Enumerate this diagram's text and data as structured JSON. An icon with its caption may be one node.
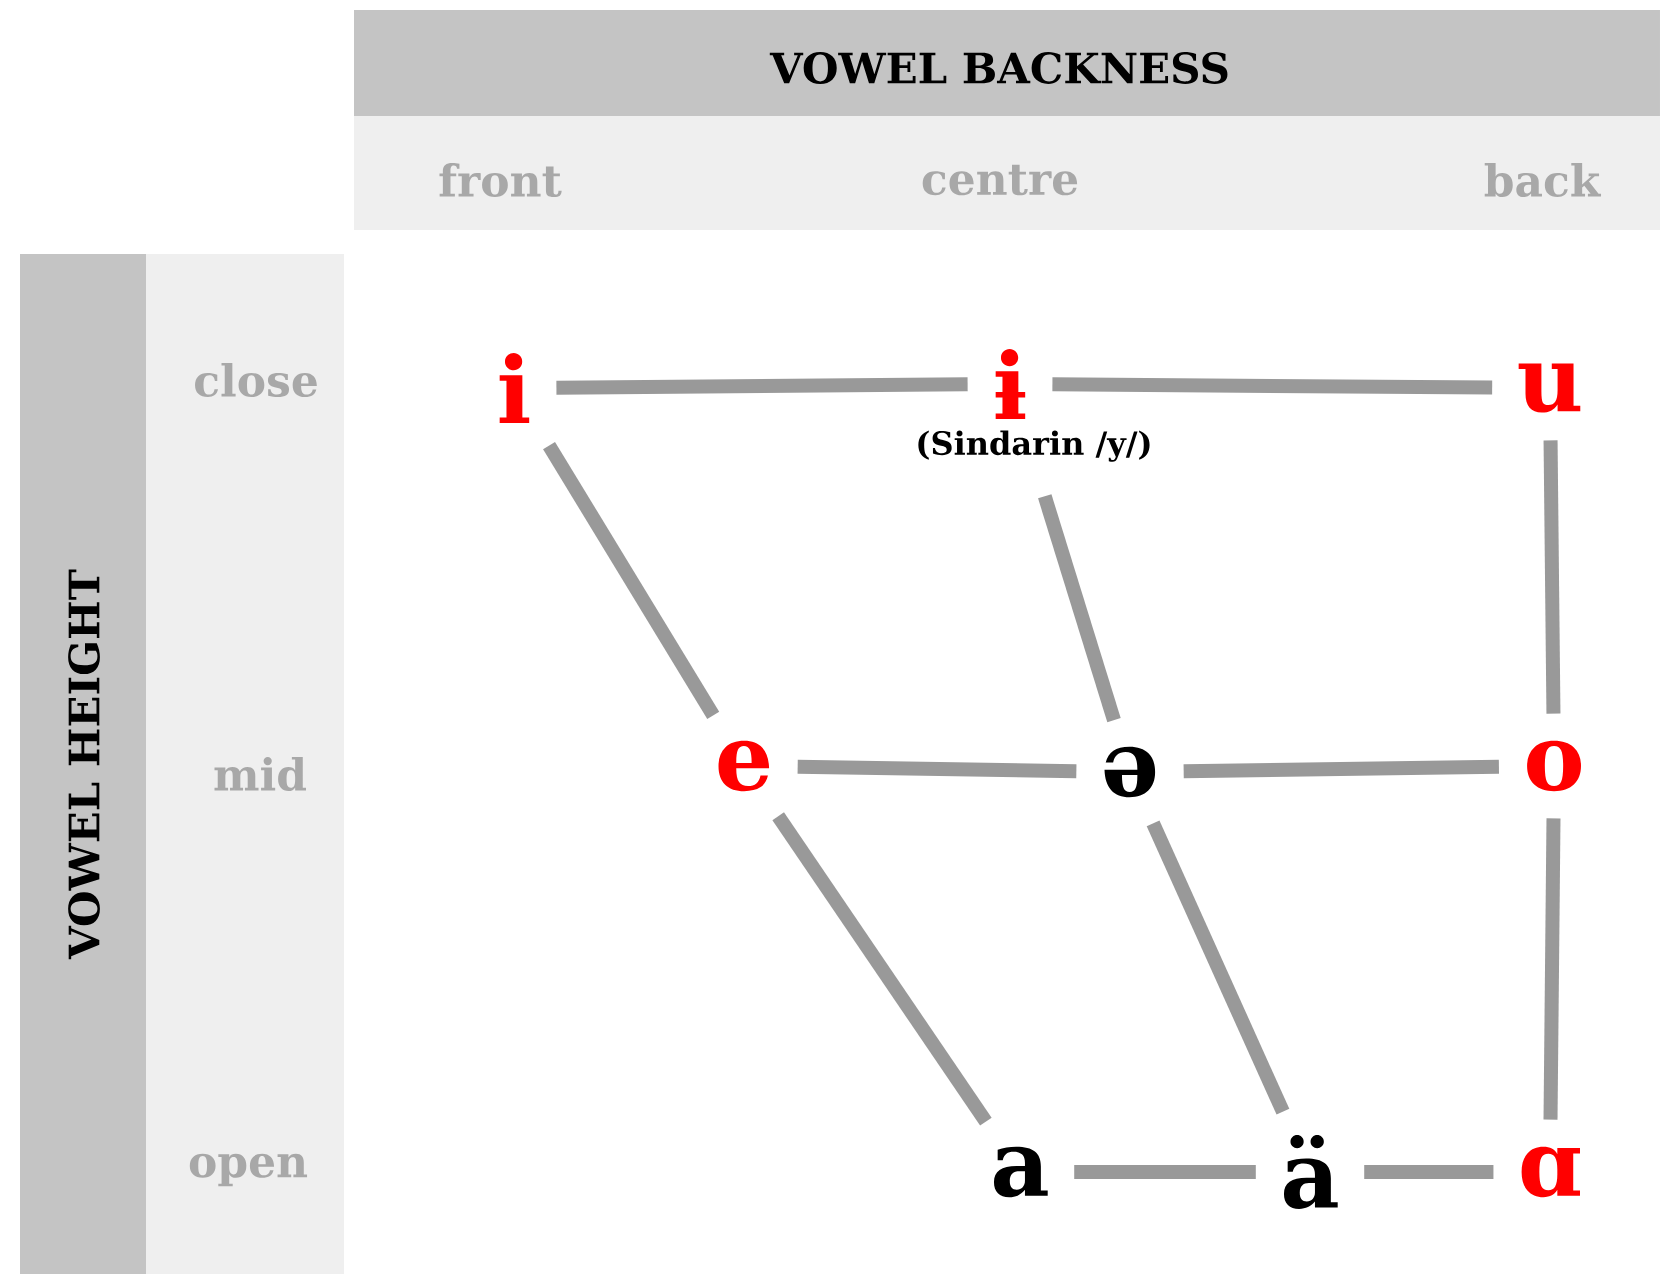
{
  "diagram": {
    "nodes": [
      {
        "text": [
          "i"
        ]
      },
      {
        "text": [
          "ɨ"
        ],
        "beside": [
          "(Sindarin /y/)"
        ]
      },
      {
        "text": [
          "u"
        ]
      },
      {
        "text": [
          "e"
        ]
      },
      {
        "text": [
          "ə"
        ]
      },
      {
        "text": [
          "o"
        ]
      },
      {
        "text": [
          "a"
        ]
      },
      {
        "text": [
          "ä"
        ]
      },
      {
        "text": [
          "ɑ"
        ]
      }
    ],
    "edges": [
      {
        "from": 0,
        "to": 1,
        "arrow": "none"
      },
      {
        "from": 1,
        "to": 2,
        "arrow": "none"
      },
      {
        "from": 0,
        "to": 3,
        "arrow": "none"
      },
      {
        "from": 1,
        "to": 4,
        "arrow": "none"
      },
      {
        "from": 2,
        "to": 5,
        "arrow": "none"
      },
      {
        "from": 3,
        "to": 4,
        "arrow": "none"
      },
      {
        "from": 4,
        "to": 5,
        "arrow": "none"
      },
      {
        "from": 3,
        "to": 6,
        "arrow": "none"
      },
      {
        "from": 4,
        "to": 7,
        "arrow": "none"
      },
      {
        "from": 5,
        "to": 8,
        "arrow": "none"
      },
      {
        "from": 6,
        "to": 7,
        "arrow": "none"
      },
      {
        "from": 7,
        "to": 8,
        "arrow": "none"
      }
    ],
    "labels": [
      "VOWEL BACKNESS",
      "front",
      "centre",
      "back",
      "VOWEL HEIGHT",
      "close",
      "mid",
      "open"
    ]
  }
}
